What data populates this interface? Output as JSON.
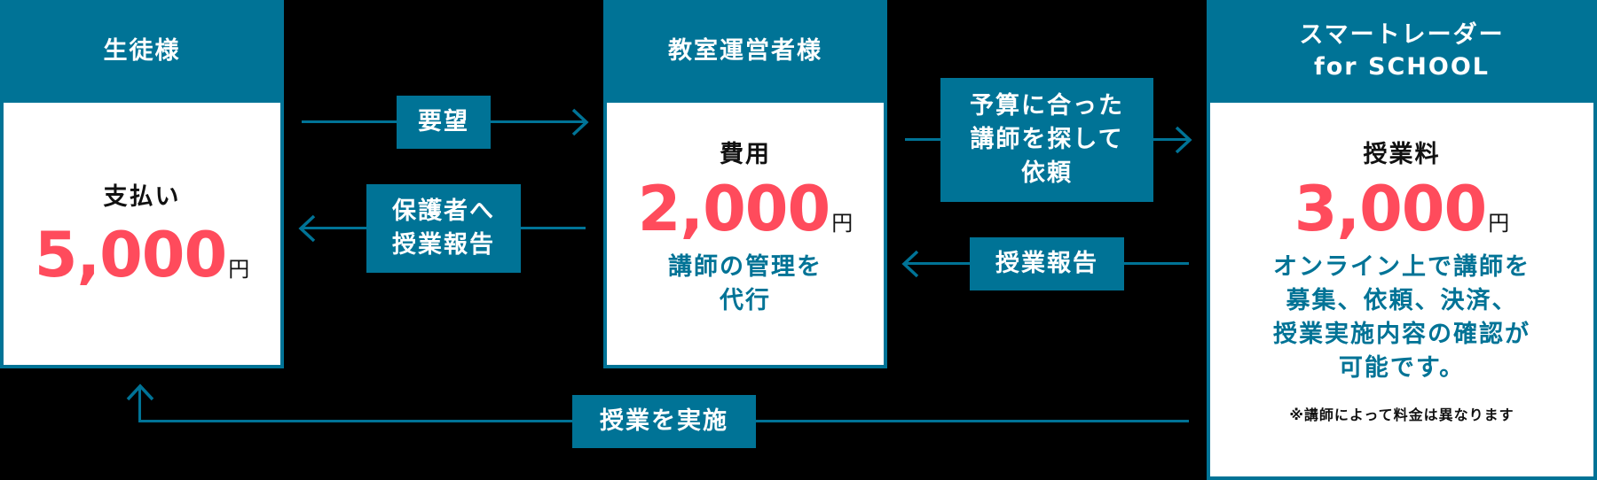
{
  "colors": {
    "primary": "#007396",
    "accent": "#ff4b5c",
    "background": "#000000",
    "card": "#ffffff"
  },
  "student": {
    "title": "生徒様",
    "label": "支払い",
    "amount": "5,000",
    "unit": "円"
  },
  "operator": {
    "title": "教室運営者様",
    "label": "費用",
    "amount": "2,000",
    "unit": "円",
    "description_lines": [
      "講師の管理を",
      "代行"
    ]
  },
  "platform": {
    "title_lines": [
      "スマートレーダー",
      "for SCHOOL"
    ],
    "label": "授業料",
    "amount": "3,000",
    "unit": "円",
    "description_lines": [
      "オンライン上で講師を",
      "募集、依頼、決済、",
      "授業実施内容の確認が",
      "可能です。"
    ],
    "note": "※講師によって料金は異なります"
  },
  "flows": {
    "request": {
      "label": "要望",
      "direction": "student-to-operator"
    },
    "report_to_parents": {
      "label_lines": [
        "保護者へ",
        "授業報告"
      ],
      "direction": "operator-to-student"
    },
    "find_tutor": {
      "label_lines": [
        "予算に合った",
        "講師を探して",
        "依頼"
      ],
      "direction": "operator-to-platform"
    },
    "lesson_report": {
      "label": "授業報告",
      "direction": "platform-to-operator"
    },
    "conduct_lesson": {
      "label": "授業を実施",
      "direction": "platform-to-student"
    }
  }
}
